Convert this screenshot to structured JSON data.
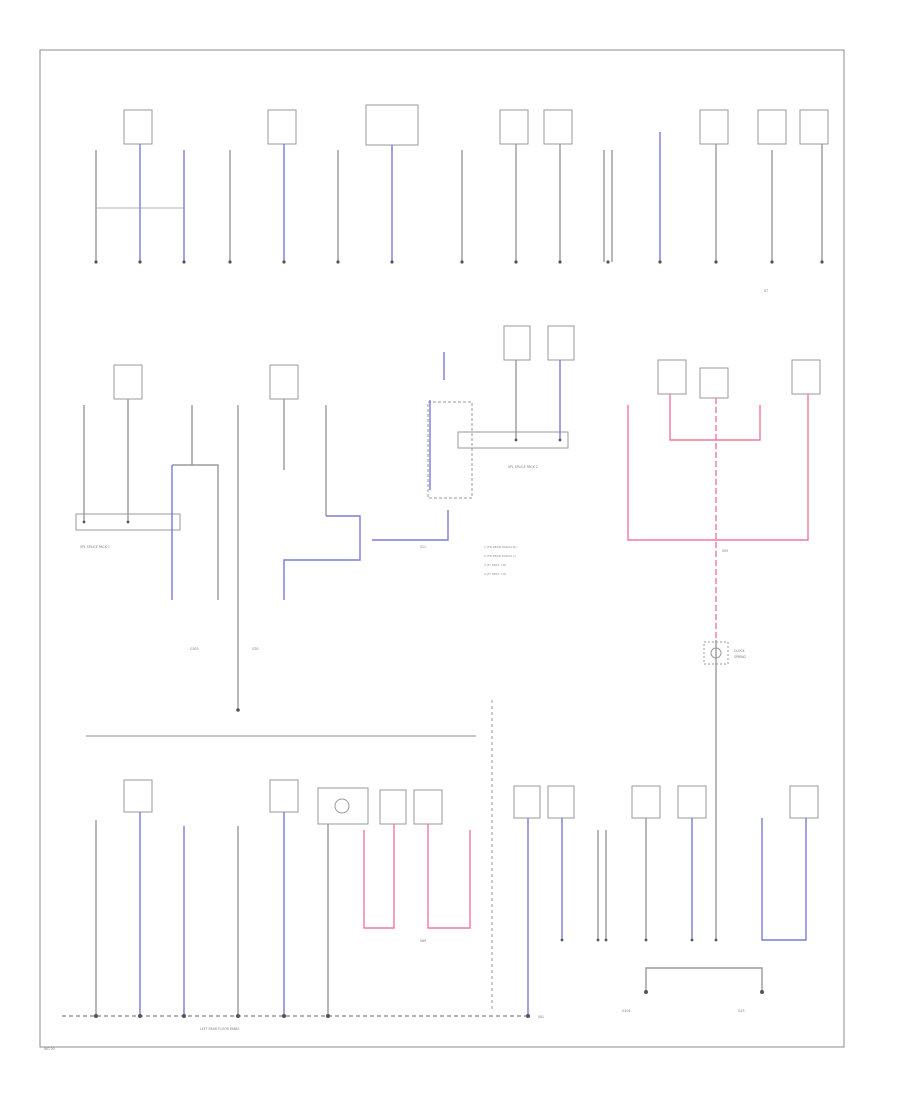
{
  "diagram": {
    "colors": {
      "frame": "#8c8c8c",
      "wire_black": "#9a9a9a",
      "wire_blue": "#7b7bd6",
      "wire_red": "#f07a9a",
      "dot": "#555555",
      "label": "#7a7a7a"
    },
    "legend_items": [
      "1 (FR REAR FASCIA R)",
      "2 (FR REAR FASCIA L)",
      "3 (F/ SEAT, LH)",
      "4 (F/ SEAT, LH)"
    ],
    "splices": {
      "top_mid": "S7",
      "mid_left": "S11",
      "bot_mid": "S69",
      "bot_red": "S93",
      "bot_bus": "S61"
    },
    "ground_labels": {
      "g1": "G303",
      "g2": "G30",
      "g3": "G104",
      "g4": "G23"
    },
    "bus_labels": {
      "left_splice_pack": "SPL SPLICE PACK 1",
      "right_splice_pack": "SPL SPLICE PACK 2",
      "bottom_bus": "LEFT REAR FLOOR PANEL"
    },
    "note": {
      "line1": "CLOCK",
      "line2": "SPRING"
    },
    "footer_code": "WG 00"
  }
}
